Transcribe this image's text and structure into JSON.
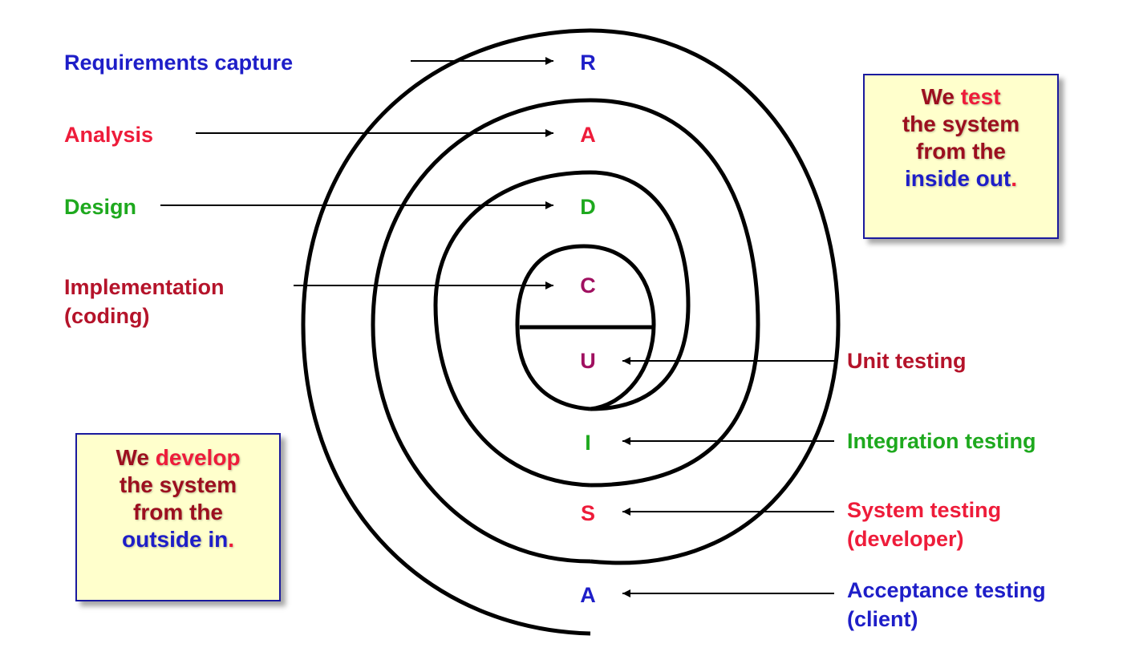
{
  "colors": {
    "blue": "#1e1ec8",
    "red": "#ee1c3a",
    "green": "#1ea91e",
    "crimson": "#b5132a",
    "purple": "#a01060",
    "dark_red": "#9c0f1f",
    "note_bg": "#ffffcc",
    "note_border": "#1a1a9e"
  },
  "phases_left": [
    {
      "label": "Requirements capture",
      "ring": "R"
    },
    {
      "label": "Analysis",
      "ring": "A"
    },
    {
      "label": "Design",
      "ring": "D"
    },
    {
      "label_line1": "Implementation",
      "label_line2": "(coding)",
      "ring": "C"
    }
  ],
  "phases_right": [
    {
      "label": "Unit testing",
      "ring": "U"
    },
    {
      "label": "Integration testing",
      "ring": "I"
    },
    {
      "label_line1": "System testing",
      "label_line2": "(developer)",
      "ring": "S"
    },
    {
      "label_line1": "Acceptance testing",
      "label_line2": "(client)",
      "ring": "A"
    }
  ],
  "note_right": {
    "line1_a": "We ",
    "line1_b": "test",
    "line2": "the system",
    "line3": "from the",
    "line4_a": "inside out",
    "line4_b": "."
  },
  "note_left": {
    "line1_a": "We ",
    "line1_b": "develop",
    "line2": "the system",
    "line3": "from the",
    "line4_a": "outside in",
    "line4_b": "."
  }
}
